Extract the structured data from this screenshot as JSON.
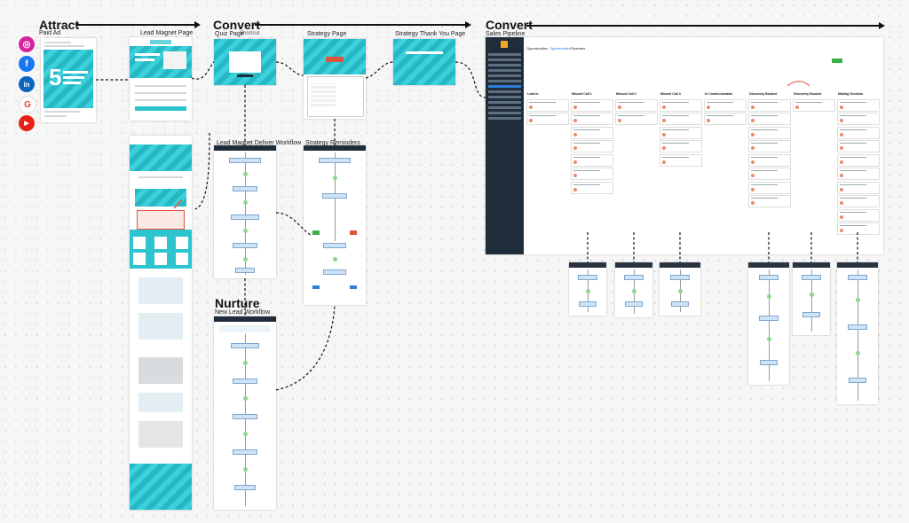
{
  "stages": {
    "attract": {
      "title": "Attract",
      "subtitle": "Paid Ad"
    },
    "convert1": {
      "title": "Convert"
    },
    "convert2": {
      "title": "Convert",
      "subtitle": "Sales Pipeline"
    },
    "nurture": {
      "title": "Nurture",
      "subtitle": "New Lead Workflow"
    }
  },
  "socials": [
    {
      "name": "instagram",
      "glyph": "◎",
      "color": "#d6249f"
    },
    {
      "name": "facebook",
      "glyph": "f",
      "color": "#1877f2"
    },
    {
      "name": "linkedin",
      "glyph": "in",
      "color": "#0a66c2"
    },
    {
      "name": "google",
      "glyph": "G",
      "color": "#ea4335"
    },
    {
      "name": "youtube",
      "glyph": "▶",
      "color": "#e62117"
    }
  ],
  "labels": {
    "lead_magnet_page": "Lead Magnet Page",
    "quiz_page": "Quiz Page",
    "quiz_tag": "Shortcut",
    "strategy_page": "Strategy Page",
    "strategy_thank_you": "Strategy Thank You Page",
    "lead_magnet_deliver": "Lead Magnet Deliver Workflow",
    "strategy_reminders": "Strategy Reminders"
  },
  "ad": {
    "headline_number": "5"
  },
  "pipeline": {
    "tabs": [
      "Opportunities",
      "Opportunities",
      "Pipelines"
    ],
    "columns": [
      "Lead In",
      "Missed Call 1",
      "Missed Call 2",
      "Missed Call 3",
      "In Communication",
      "Discovery Booked",
      "Discovery Booked",
      "Making Decision"
    ]
  },
  "colors": {
    "accent": "#2ec4cf",
    "dark": "#1f2d3a"
  }
}
